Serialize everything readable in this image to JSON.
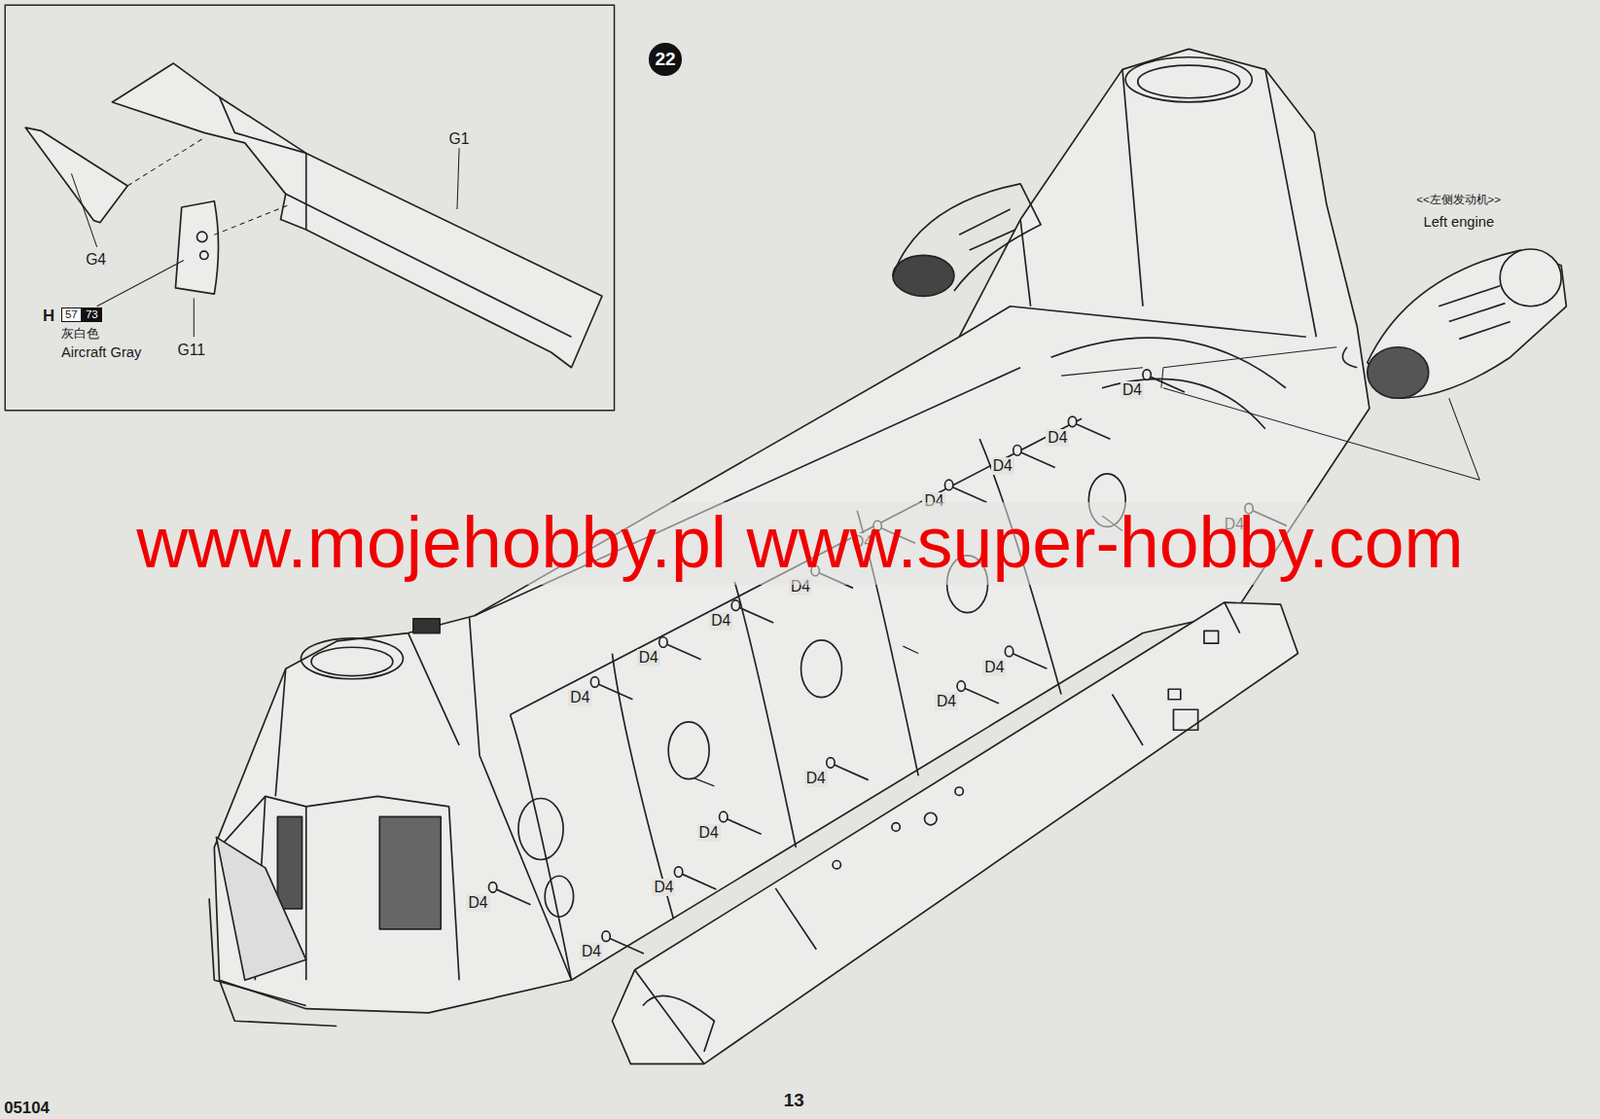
{
  "diagram": {
    "nodes": [
      {
        "text": [
          "22"
        ]
      }
    ],
    "labels": [
      "G1",
      "G4",
      "H",
      "57",
      "73",
      "灰白色",
      "Aircraft Gray",
      "G11",
      "<<左侧发动机>>",
      "Left engine",
      "D4",
      "D4",
      "D4",
      "D4",
      "D4",
      "D4",
      "D4",
      "D4",
      "D4",
      "D4",
      "D4",
      "D4",
      "D4",
      "D4",
      "D4",
      "D4",
      "D4",
      "www.mojehobby.pl www.super-hobby.com",
      "05104",
      "13"
    ]
  }
}
